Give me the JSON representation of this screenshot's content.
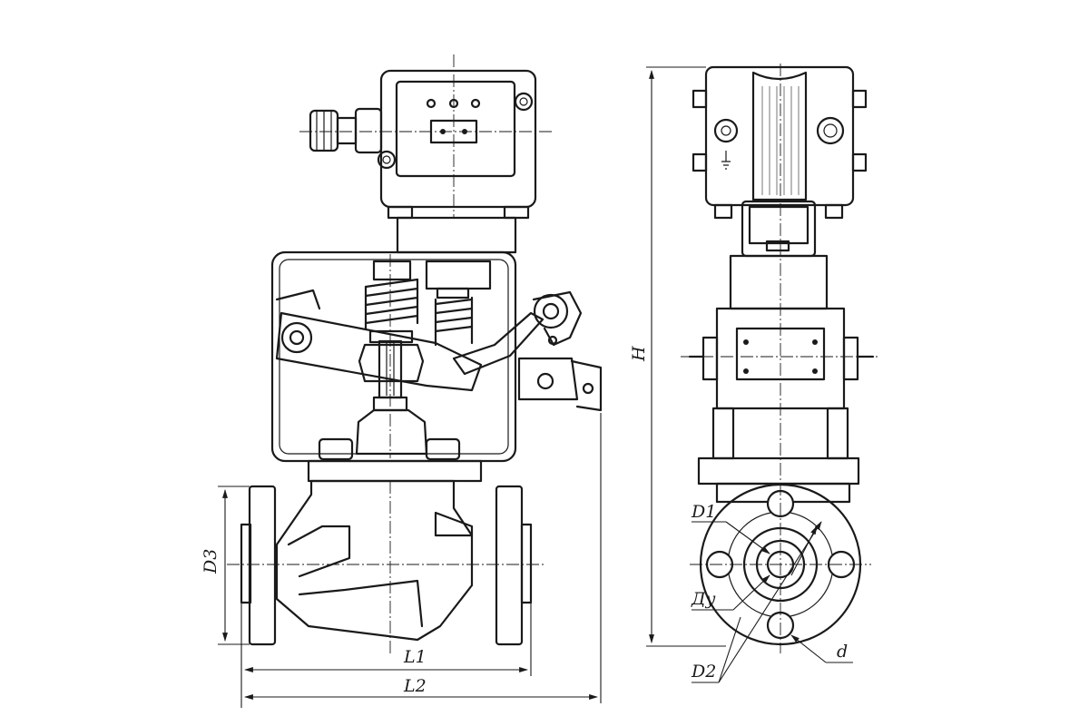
{
  "labels": {
    "d3": "D3",
    "l1": "L1",
    "l2": "L2",
    "h": "H",
    "d1": "D1",
    "dy": "Ду",
    "d2": "D2",
    "d": "d"
  }
}
